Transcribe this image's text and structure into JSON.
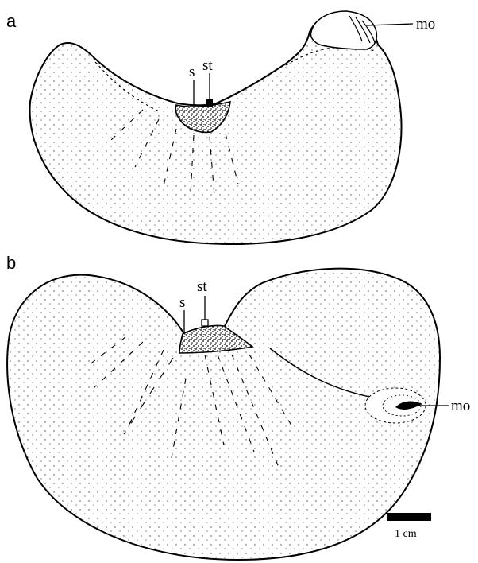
{
  "panels": [
    {
      "letter": "a",
      "labels": {
        "s": "s",
        "st": "st",
        "mo": "mo"
      }
    },
    {
      "letter": "b",
      "labels": {
        "s": "s",
        "st": "st",
        "mo": "mo"
      }
    }
  ],
  "scale_bar": {
    "label": "1 cm"
  }
}
